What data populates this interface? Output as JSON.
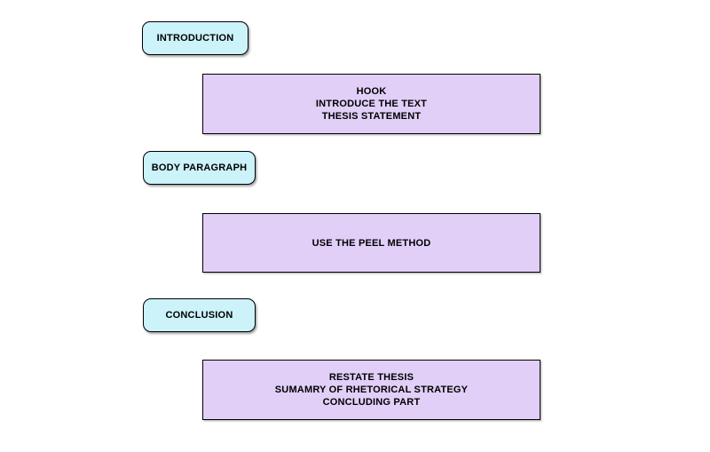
{
  "diagram": {
    "colors": {
      "stage_label_fill": "#ccf2fa",
      "detail_box_fill": "#e1cff8",
      "border": "#000000",
      "text": "#000000",
      "background": "#ffffff"
    },
    "stages": [
      {
        "label": "INTRODUCTION",
        "details": [
          "HOOK",
          "INTRODUCE THE TEXT",
          "THESIS STATEMENT"
        ]
      },
      {
        "label": "BODY PARAGRAPH",
        "details": [
          "USE THE PEEL METHOD"
        ]
      },
      {
        "label": "CONCLUSION",
        "details": [
          "RESTATE THESIS",
          "SUMAMRY OF RHETORICAL STRATEGY",
          "CONCLUDING PART"
        ]
      }
    ]
  }
}
